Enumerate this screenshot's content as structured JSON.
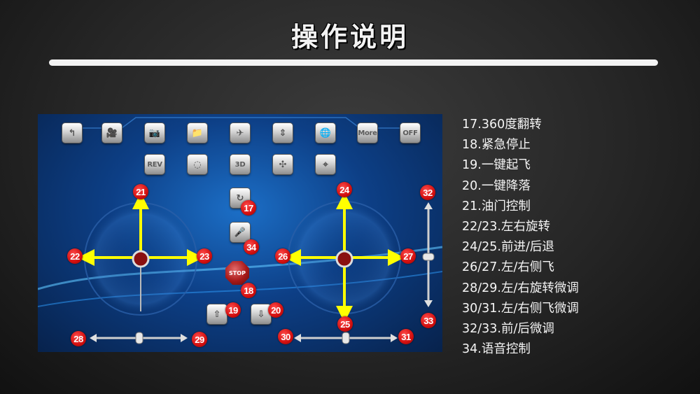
{
  "page": {
    "title": "操作说明"
  },
  "screen": {
    "top_buttons": [
      {
        "name": "back-icon",
        "glyph": "↰"
      },
      {
        "name": "video-camera-icon",
        "glyph": "🎥"
      },
      {
        "name": "camera-icon",
        "glyph": "📷"
      },
      {
        "name": "folder-icon",
        "glyph": "📁"
      },
      {
        "name": "gravity-sensor-icon",
        "glyph": "✈"
      },
      {
        "name": "altitude-hold-icon",
        "glyph": "⇕"
      },
      {
        "name": "globe-icon",
        "glyph": "🌐"
      },
      {
        "name": "more-button",
        "label": "More"
      },
      {
        "name": "off-button",
        "label": "OFF"
      }
    ],
    "second_buttons": [
      {
        "name": "rev-button",
        "label": "REV"
      },
      {
        "name": "gyro-calibrate-icon",
        "glyph": "◌"
      },
      {
        "name": "3d-button",
        "label": "3D"
      },
      {
        "name": "headless-mode-icon",
        "glyph": "✣"
      },
      {
        "name": "track-icon",
        "glyph": "⌖"
      }
    ],
    "side_buttons": {
      "flip_glyph": "↻",
      "voice_glyph": "🎤",
      "takeoff_glyph": "⇧",
      "land_glyph": "⇩"
    },
    "stop_label": "STOP",
    "badges": {
      "b17": "17",
      "b18": "18",
      "b19": "19",
      "b20": "20",
      "b21": "21",
      "b22": "22",
      "b23": "23",
      "b24": "24",
      "b25": "25",
      "b26": "26",
      "b27": "27",
      "b28": "28",
      "b29": "29",
      "b30": "30",
      "b31": "31",
      "b32": "32",
      "b33": "33",
      "b34": "34"
    },
    "arrow_color": "#ffff00",
    "badge_color": "#d20f0f"
  },
  "legend": [
    "17.360度翻转",
    "18.紧急停止",
    "19.一键起飞",
    "20.一键降落",
    "21.油门控制",
    "22/23.左右旋转",
    "24/25.前进/后退",
    "26/27.左/右侧飞",
    "28/29.左/右旋转微调",
    "30/31.左/右侧飞微调",
    "32/33.前/后微调",
    "34.语音控制"
  ]
}
